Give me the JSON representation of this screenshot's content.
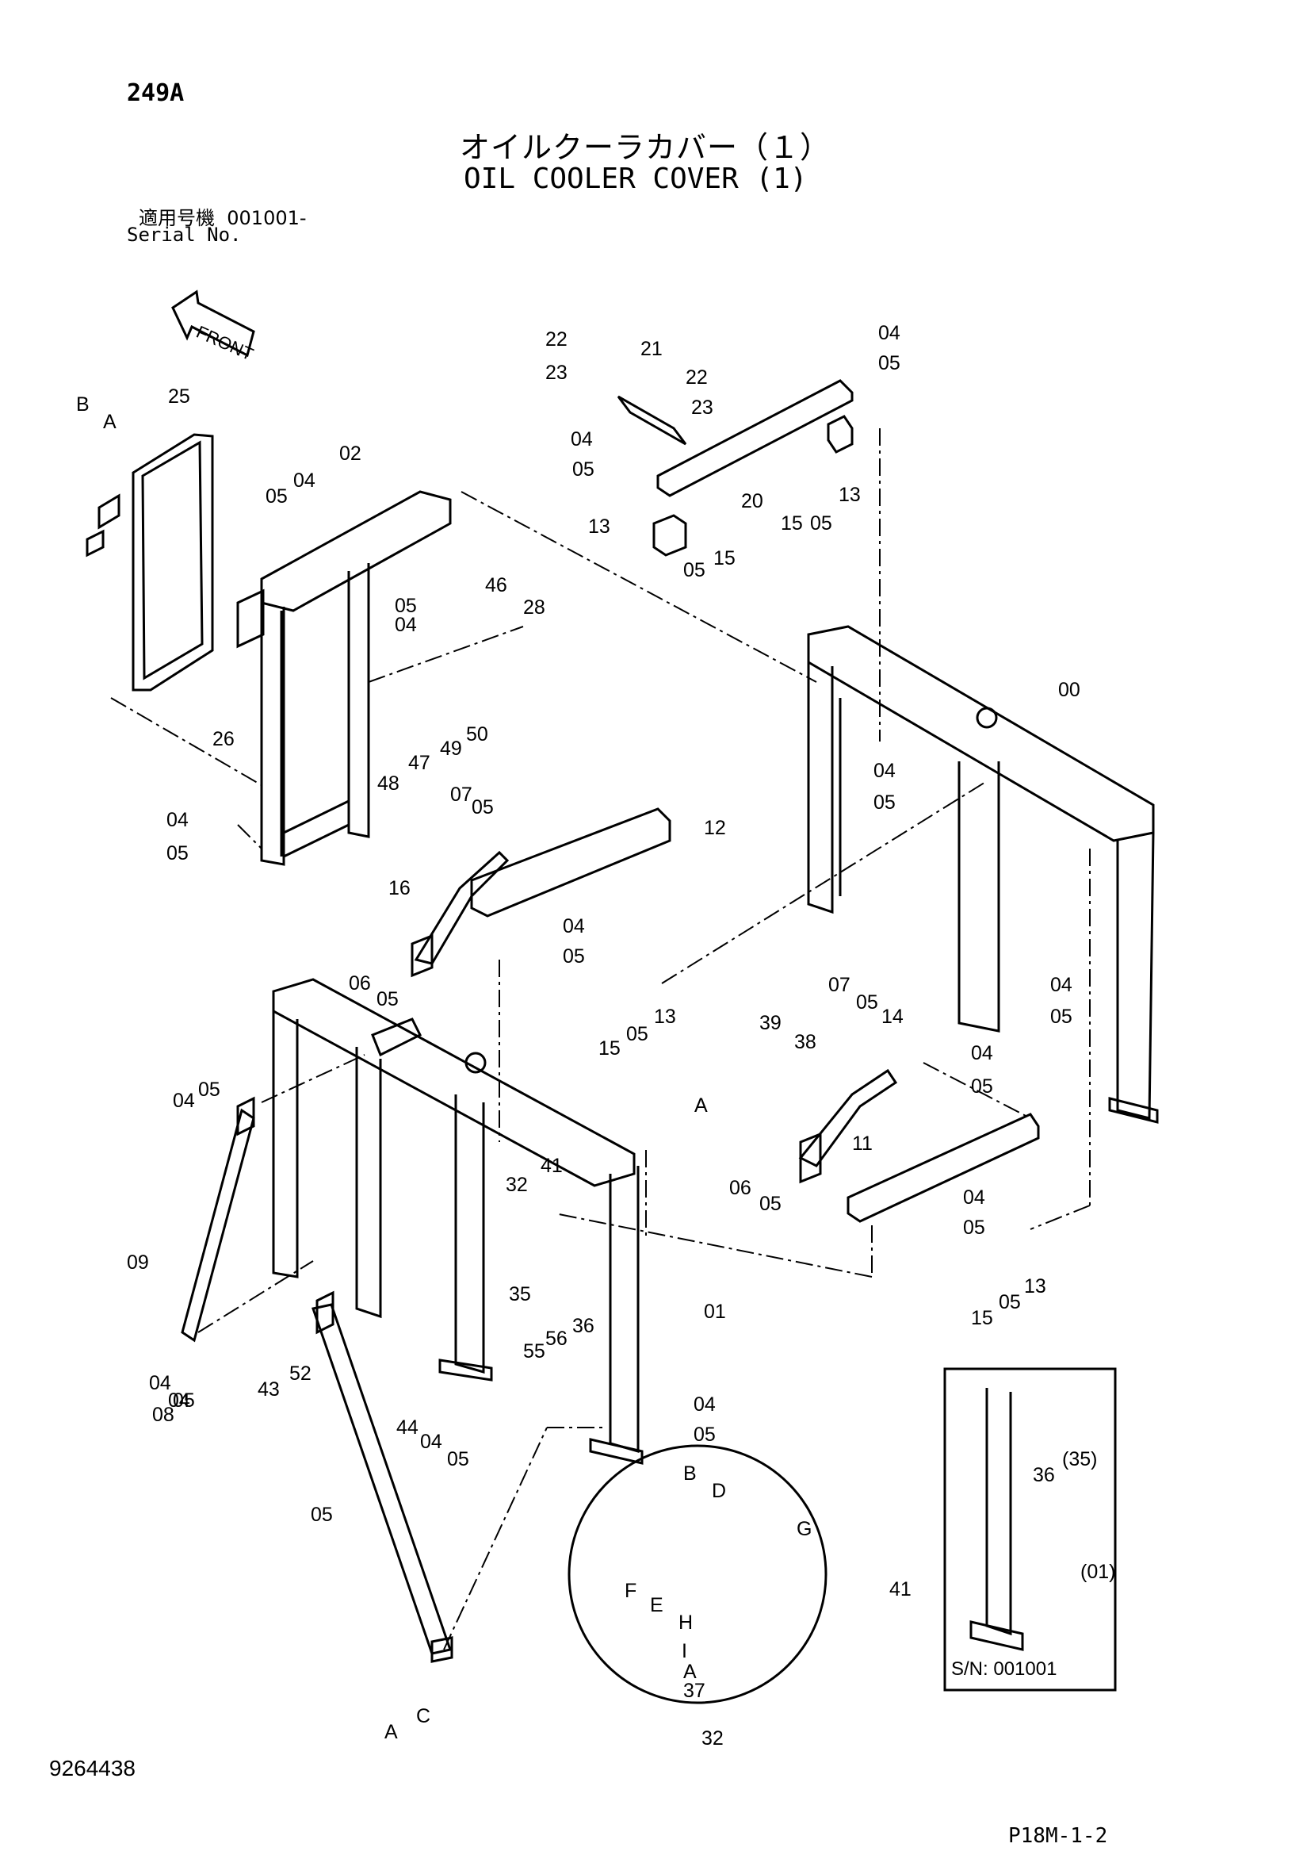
{
  "header": {
    "page_code": "249A",
    "title_jp": "オイルクーラカバー（１）",
    "title_en": "OIL COOLER COVER (1)",
    "serial_label_jp": "適用号機",
    "serial_value": "001001-",
    "serial_label_en": "Serial No."
  },
  "footer": {
    "drawing_number": "9264438",
    "page_ref": "P18M-1-2"
  },
  "drawing": {
    "front_arrow_label": "FRONT",
    "inset_caption": "S/N: 001001",
    "callouts": [
      "22",
      "23",
      "21",
      "22",
      "23",
      "04",
      "05",
      "04",
      "05",
      "20",
      "13",
      "15",
      "05",
      "13",
      "05",
      "15",
      "25",
      "B",
      "A",
      "02",
      "05",
      "04",
      "04",
      "05",
      "46",
      "28",
      "47",
      "49",
      "50",
      "48",
      "26",
      "00",
      "04",
      "05",
      "12",
      "07",
      "05",
      "04",
      "05",
      "16",
      "04",
      "05",
      "06",
      "05",
      "15",
      "05",
      "13",
      "07",
      "05",
      "14",
      "39",
      "38",
      "04",
      "05",
      "04",
      "05",
      "A",
      "11",
      "06",
      "05",
      "04",
      "05",
      "13",
      "15",
      "05",
      "04",
      "05",
      "09",
      "41",
      "32",
      "35",
      "55",
      "56",
      "36",
      "01",
      "04",
      "05",
      "04",
      "05",
      "43",
      "52",
      "44",
      "04",
      "05",
      "08",
      "04",
      "05",
      "A",
      "C",
      "B",
      "D",
      "F",
      "E",
      "G",
      "H",
      "I",
      "A",
      "37",
      "32",
      "41",
      "36",
      "(35)",
      "(01)"
    ]
  }
}
